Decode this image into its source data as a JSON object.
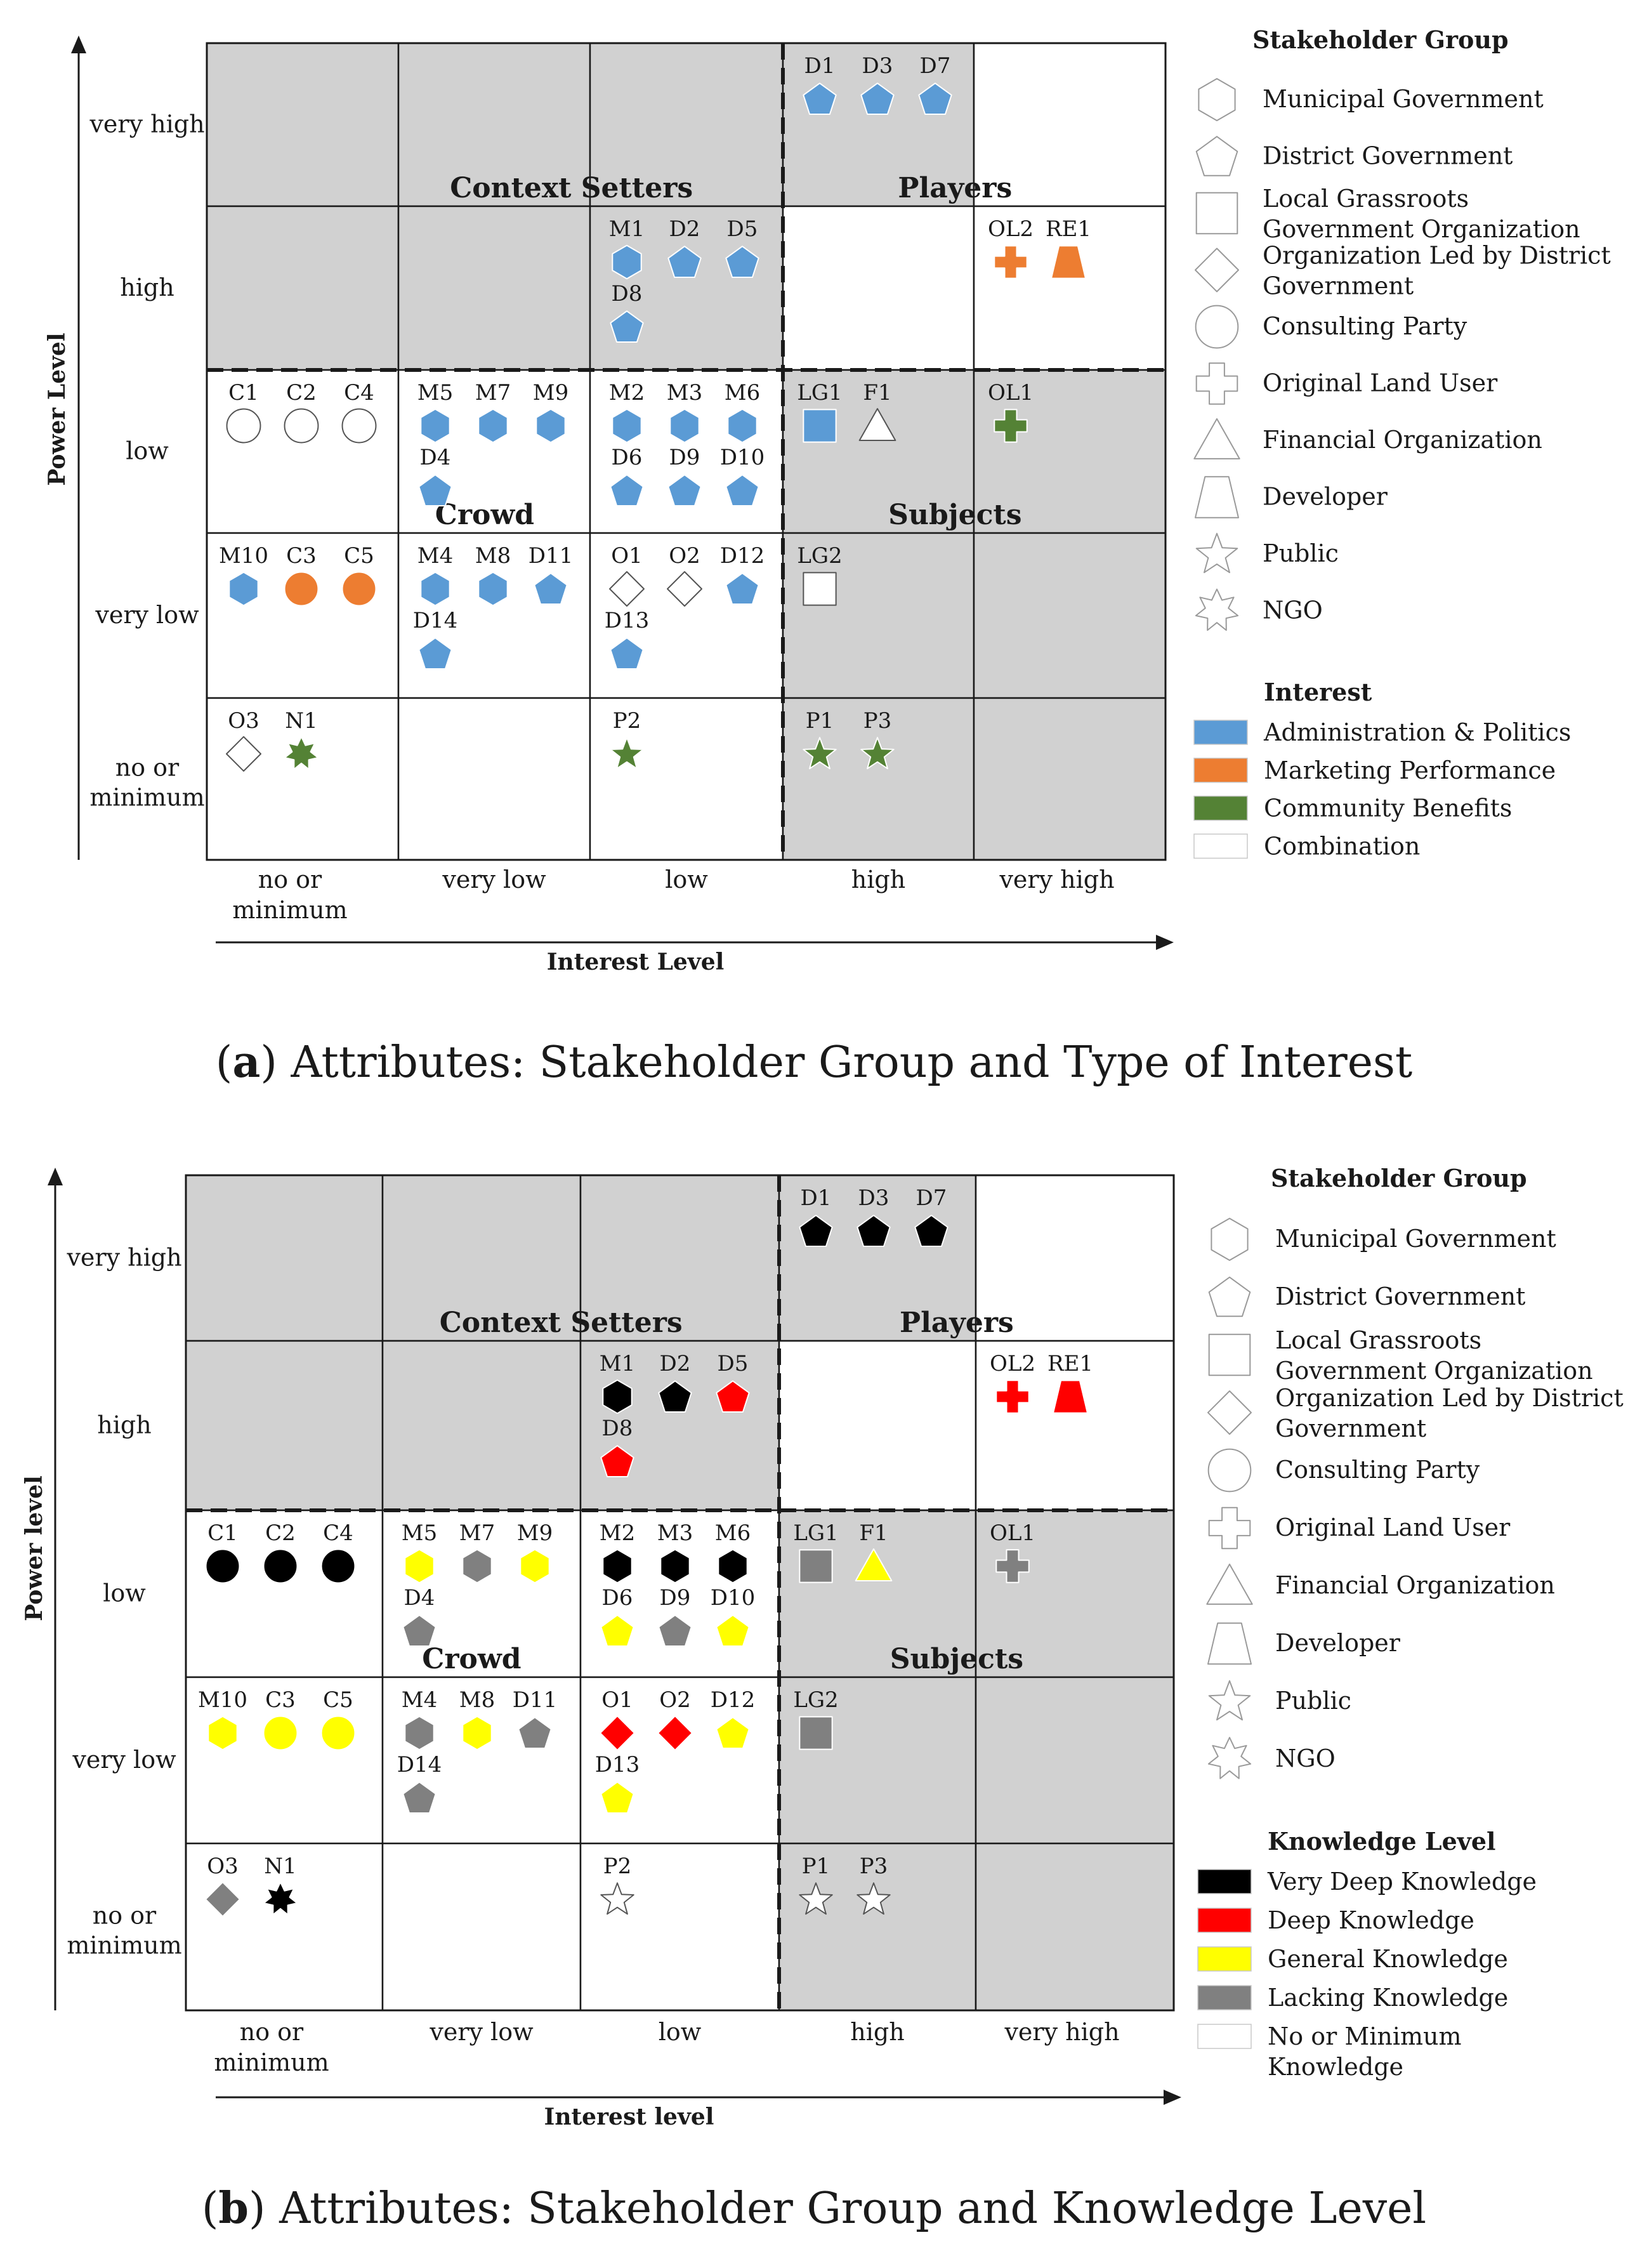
{
  "axis_levels": {
    "power": [
      "very high",
      "high",
      "low",
      "very low",
      "no or minimum"
    ],
    "interest": [
      "no or minimum",
      "very low",
      "low",
      "high",
      "very high"
    ]
  },
  "quadrants": [
    "Context Setters",
    "Players",
    "Crowd",
    "Subjects"
  ],
  "stakeholder_group_legend": {
    "title": "Stakeholder Group",
    "items": [
      {
        "shape": "hexagon",
        "label": [
          "Municipal Government"
        ]
      },
      {
        "shape": "pentagon",
        "label": [
          "District Government"
        ]
      },
      {
        "shape": "square",
        "label": [
          "Local Grassroots",
          "Government Organization"
        ]
      },
      {
        "shape": "diamond",
        "label": [
          "Organization Led by District",
          "Government"
        ]
      },
      {
        "shape": "circle",
        "label": [
          "Consulting Party"
        ]
      },
      {
        "shape": "cross",
        "label": [
          "Original Land User"
        ]
      },
      {
        "shape": "triangle",
        "label": [
          "Financial Organization"
        ]
      },
      {
        "shape": "trapezoid",
        "label": [
          "Developer"
        ]
      },
      {
        "shape": "star5",
        "label": [
          "Public"
        ]
      },
      {
        "shape": "star7",
        "label": [
          "NGO"
        ]
      }
    ]
  },
  "panels": [
    {
      "id": "a",
      "caption_letter": "a",
      "caption_text": " Attributes: Stakeholder Group and Type of Interest",
      "y_axis_label": "Power Level",
      "x_axis_label": "Interest Level",
      "color_legend": {
        "title": "Interest",
        "items": [
          {
            "label": [
              "Administration & Politics"
            ],
            "color": "#5B9BD5"
          },
          {
            "label": [
              "Marketing Performance"
            ],
            "color": "#ED7D31"
          },
          {
            "label": [
              "Community Benefits"
            ],
            "color": "#548235"
          },
          {
            "label": [
              "Combination"
            ],
            "color": "#FFFFFF"
          }
        ]
      },
      "stakeholders": [
        {
          "id": "D1",
          "power": "very high",
          "interest": "high",
          "shape": "pentagon",
          "color": "#5B9BD5"
        },
        {
          "id": "D3",
          "power": "very high",
          "interest": "high",
          "shape": "pentagon",
          "color": "#5B9BD5"
        },
        {
          "id": "D7",
          "power": "very high",
          "interest": "high",
          "shape": "pentagon",
          "color": "#5B9BD5"
        },
        {
          "id": "M1",
          "power": "high",
          "interest": "low",
          "shape": "hexagon",
          "color": "#5B9BD5"
        },
        {
          "id": "D2",
          "power": "high",
          "interest": "low",
          "shape": "pentagon",
          "color": "#5B9BD5"
        },
        {
          "id": "D5",
          "power": "high",
          "interest": "low",
          "shape": "pentagon",
          "color": "#5B9BD5"
        },
        {
          "id": "D8",
          "power": "high",
          "interest": "low",
          "shape": "pentagon",
          "color": "#5B9BD5"
        },
        {
          "id": "OL2",
          "power": "high",
          "interest": "very high",
          "shape": "cross",
          "color": "#ED7D31"
        },
        {
          "id": "RE1",
          "power": "high",
          "interest": "very high",
          "shape": "trapezoid",
          "color": "#ED7D31"
        },
        {
          "id": "C1",
          "power": "low",
          "interest": "no or minimum",
          "shape": "circle",
          "color": "#FFFFFF"
        },
        {
          "id": "C2",
          "power": "low",
          "interest": "no or minimum",
          "shape": "circle",
          "color": "#FFFFFF"
        },
        {
          "id": "C4",
          "power": "low",
          "interest": "no or minimum",
          "shape": "circle",
          "color": "#FFFFFF"
        },
        {
          "id": "M5",
          "power": "low",
          "interest": "very low",
          "shape": "hexagon",
          "color": "#5B9BD5"
        },
        {
          "id": "M7",
          "power": "low",
          "interest": "very low",
          "shape": "hexagon",
          "color": "#5B9BD5"
        },
        {
          "id": "M9",
          "power": "low",
          "interest": "very low",
          "shape": "hexagon",
          "color": "#5B9BD5"
        },
        {
          "id": "D4",
          "power": "low",
          "interest": "very low",
          "shape": "pentagon",
          "color": "#5B9BD5"
        },
        {
          "id": "M2",
          "power": "low",
          "interest": "low",
          "shape": "hexagon",
          "color": "#5B9BD5"
        },
        {
          "id": "M3",
          "power": "low",
          "interest": "low",
          "shape": "hexagon",
          "color": "#5B9BD5"
        },
        {
          "id": "M6",
          "power": "low",
          "interest": "low",
          "shape": "hexagon",
          "color": "#5B9BD5"
        },
        {
          "id": "D6",
          "power": "low",
          "interest": "low",
          "shape": "pentagon",
          "color": "#5B9BD5"
        },
        {
          "id": "D9",
          "power": "low",
          "interest": "low",
          "shape": "pentagon",
          "color": "#5B9BD5"
        },
        {
          "id": "D10",
          "power": "low",
          "interest": "low",
          "shape": "pentagon",
          "color": "#5B9BD5"
        },
        {
          "id": "LG1",
          "power": "low",
          "interest": "high",
          "shape": "square",
          "color": "#5B9BD5"
        },
        {
          "id": "F1",
          "power": "low",
          "interest": "high",
          "shape": "triangle",
          "color": "#FFFFFF"
        },
        {
          "id": "OL1",
          "power": "low",
          "interest": "very high",
          "shape": "cross",
          "color": "#548235"
        },
        {
          "id": "M10",
          "power": "very low",
          "interest": "no or minimum",
          "shape": "hexagon",
          "color": "#5B9BD5"
        },
        {
          "id": "C3",
          "power": "very low",
          "interest": "no or minimum",
          "shape": "circle",
          "color": "#ED7D31"
        },
        {
          "id": "C5",
          "power": "very low",
          "interest": "no or minimum",
          "shape": "circle",
          "color": "#ED7D31"
        },
        {
          "id": "M4",
          "power": "very low",
          "interest": "very low",
          "shape": "hexagon",
          "color": "#5B9BD5"
        },
        {
          "id": "M8",
          "power": "very low",
          "interest": "very low",
          "shape": "hexagon",
          "color": "#5B9BD5"
        },
        {
          "id": "D11",
          "power": "very low",
          "interest": "very low",
          "shape": "pentagon",
          "color": "#5B9BD5"
        },
        {
          "id": "D14",
          "power": "very low",
          "interest": "very low",
          "shape": "pentagon",
          "color": "#5B9BD5"
        },
        {
          "id": "O1",
          "power": "very low",
          "interest": "low",
          "shape": "diamond",
          "color": "#FFFFFF"
        },
        {
          "id": "O2",
          "power": "very low",
          "interest": "low",
          "shape": "diamond",
          "color": "#FFFFFF"
        },
        {
          "id": "D12",
          "power": "very low",
          "interest": "low",
          "shape": "pentagon",
          "color": "#5B9BD5"
        },
        {
          "id": "D13",
          "power": "very low",
          "interest": "low",
          "shape": "pentagon",
          "color": "#5B9BD5"
        },
        {
          "id": "LG2",
          "power": "very low",
          "interest": "high",
          "shape": "square",
          "color": "#FFFFFF"
        },
        {
          "id": "O3",
          "power": "no or minimum",
          "interest": "no or minimum",
          "shape": "diamond",
          "color": "#FFFFFF"
        },
        {
          "id": "N1",
          "power": "no or minimum",
          "interest": "no or minimum",
          "shape": "star7",
          "color": "#548235"
        },
        {
          "id": "P2",
          "power": "no or minimum",
          "interest": "low",
          "shape": "star5",
          "color": "#548235"
        },
        {
          "id": "P1",
          "power": "no or minimum",
          "interest": "high",
          "shape": "star5",
          "color": "#548235"
        },
        {
          "id": "P3",
          "power": "no or minimum",
          "interest": "high",
          "shape": "star5",
          "color": "#548235"
        }
      ]
    },
    {
      "id": "b",
      "caption_letter": "b",
      "caption_text": " Attributes: Stakeholder Group and Knowledge Level",
      "y_axis_label": "Power level",
      "x_axis_label": "Interest level",
      "color_legend": {
        "title": "Knowledge Level",
        "items": [
          {
            "label": [
              "Very Deep Knowledge"
            ],
            "color": "#000000"
          },
          {
            "label": [
              "Deep Knowledge"
            ],
            "color": "#FF0000"
          },
          {
            "label": [
              "General Knowledge"
            ],
            "color": "#FFFF00"
          },
          {
            "label": [
              "Lacking Knowledge"
            ],
            "color": "#808080"
          },
          {
            "label": [
              "No or Minimum",
              "Knowledge"
            ],
            "color": "#FFFFFF"
          }
        ]
      },
      "stakeholders": [
        {
          "id": "D1",
          "power": "very high",
          "interest": "high",
          "shape": "pentagon",
          "color": "#000000"
        },
        {
          "id": "D3",
          "power": "very high",
          "interest": "high",
          "shape": "pentagon",
          "color": "#000000"
        },
        {
          "id": "D7",
          "power": "very high",
          "interest": "high",
          "shape": "pentagon",
          "color": "#000000"
        },
        {
          "id": "M1",
          "power": "high",
          "interest": "low",
          "shape": "hexagon",
          "color": "#000000"
        },
        {
          "id": "D2",
          "power": "high",
          "interest": "low",
          "shape": "pentagon",
          "color": "#000000"
        },
        {
          "id": "D5",
          "power": "high",
          "interest": "low",
          "shape": "pentagon",
          "color": "#FF0000"
        },
        {
          "id": "D8",
          "power": "high",
          "interest": "low",
          "shape": "pentagon",
          "color": "#FF0000"
        },
        {
          "id": "OL2",
          "power": "high",
          "interest": "very high",
          "shape": "cross",
          "color": "#FF0000"
        },
        {
          "id": "RE1",
          "power": "high",
          "interest": "very high",
          "shape": "trapezoid",
          "color": "#FF0000"
        },
        {
          "id": "C1",
          "power": "low",
          "interest": "no or minimum",
          "shape": "circle",
          "color": "#000000"
        },
        {
          "id": "C2",
          "power": "low",
          "interest": "no or minimum",
          "shape": "circle",
          "color": "#000000"
        },
        {
          "id": "C4",
          "power": "low",
          "interest": "no or minimum",
          "shape": "circle",
          "color": "#000000"
        },
        {
          "id": "M5",
          "power": "low",
          "interest": "very low",
          "shape": "hexagon",
          "color": "#FFFF00"
        },
        {
          "id": "M7",
          "power": "low",
          "interest": "very low",
          "shape": "hexagon",
          "color": "#808080"
        },
        {
          "id": "M9",
          "power": "low",
          "interest": "very low",
          "shape": "hexagon",
          "color": "#FFFF00"
        },
        {
          "id": "D4",
          "power": "low",
          "interest": "very low",
          "shape": "pentagon",
          "color": "#808080"
        },
        {
          "id": "M2",
          "power": "low",
          "interest": "low",
          "shape": "hexagon",
          "color": "#000000"
        },
        {
          "id": "M3",
          "power": "low",
          "interest": "low",
          "shape": "hexagon",
          "color": "#000000"
        },
        {
          "id": "M6",
          "power": "low",
          "interest": "low",
          "shape": "hexagon",
          "color": "#000000"
        },
        {
          "id": "D6",
          "power": "low",
          "interest": "low",
          "shape": "pentagon",
          "color": "#FFFF00"
        },
        {
          "id": "D9",
          "power": "low",
          "interest": "low",
          "shape": "pentagon",
          "color": "#808080"
        },
        {
          "id": "D10",
          "power": "low",
          "interest": "low",
          "shape": "pentagon",
          "color": "#FFFF00"
        },
        {
          "id": "LG1",
          "power": "low",
          "interest": "high",
          "shape": "square",
          "color": "#808080"
        },
        {
          "id": "F1",
          "power": "low",
          "interest": "high",
          "shape": "triangle",
          "color": "#FFFF00"
        },
        {
          "id": "OL1",
          "power": "low",
          "interest": "very high",
          "shape": "cross",
          "color": "#808080"
        },
        {
          "id": "M10",
          "power": "very low",
          "interest": "no or minimum",
          "shape": "hexagon",
          "color": "#FFFF00"
        },
        {
          "id": "C3",
          "power": "very low",
          "interest": "no or minimum",
          "shape": "circle",
          "color": "#FFFF00"
        },
        {
          "id": "C5",
          "power": "very low",
          "interest": "no or minimum",
          "shape": "circle",
          "color": "#FFFF00"
        },
        {
          "id": "M4",
          "power": "very low",
          "interest": "very low",
          "shape": "hexagon",
          "color": "#808080"
        },
        {
          "id": "M8",
          "power": "very low",
          "interest": "very low",
          "shape": "hexagon",
          "color": "#FFFF00"
        },
        {
          "id": "D11",
          "power": "very low",
          "interest": "very low",
          "shape": "pentagon",
          "color": "#808080"
        },
        {
          "id": "D14",
          "power": "very low",
          "interest": "very low",
          "shape": "pentagon",
          "color": "#808080"
        },
        {
          "id": "O1",
          "power": "very low",
          "interest": "low",
          "shape": "diamond",
          "color": "#FF0000"
        },
        {
          "id": "O2",
          "power": "very low",
          "interest": "low",
          "shape": "diamond",
          "color": "#FF0000"
        },
        {
          "id": "D12",
          "power": "very low",
          "interest": "low",
          "shape": "pentagon",
          "color": "#FFFF00"
        },
        {
          "id": "D13",
          "power": "very low",
          "interest": "low",
          "shape": "pentagon",
          "color": "#FFFF00"
        },
        {
          "id": "LG2",
          "power": "very low",
          "interest": "high",
          "shape": "square",
          "color": "#808080"
        },
        {
          "id": "O3",
          "power": "no or minimum",
          "interest": "no or minimum",
          "shape": "diamond",
          "color": "#808080"
        },
        {
          "id": "N1",
          "power": "no or minimum",
          "interest": "no or minimum",
          "shape": "star7",
          "color": "#000000"
        },
        {
          "id": "P2",
          "power": "no or minimum",
          "interest": "low",
          "shape": "star5",
          "color": "#FFFFFF"
        },
        {
          "id": "P1",
          "power": "no or minimum",
          "interest": "high",
          "shape": "star5",
          "color": "#FFFFFF"
        },
        {
          "id": "P3",
          "power": "no or minimum",
          "interest": "high",
          "shape": "star5",
          "color": "#FFFFFF"
        }
      ]
    }
  ]
}
